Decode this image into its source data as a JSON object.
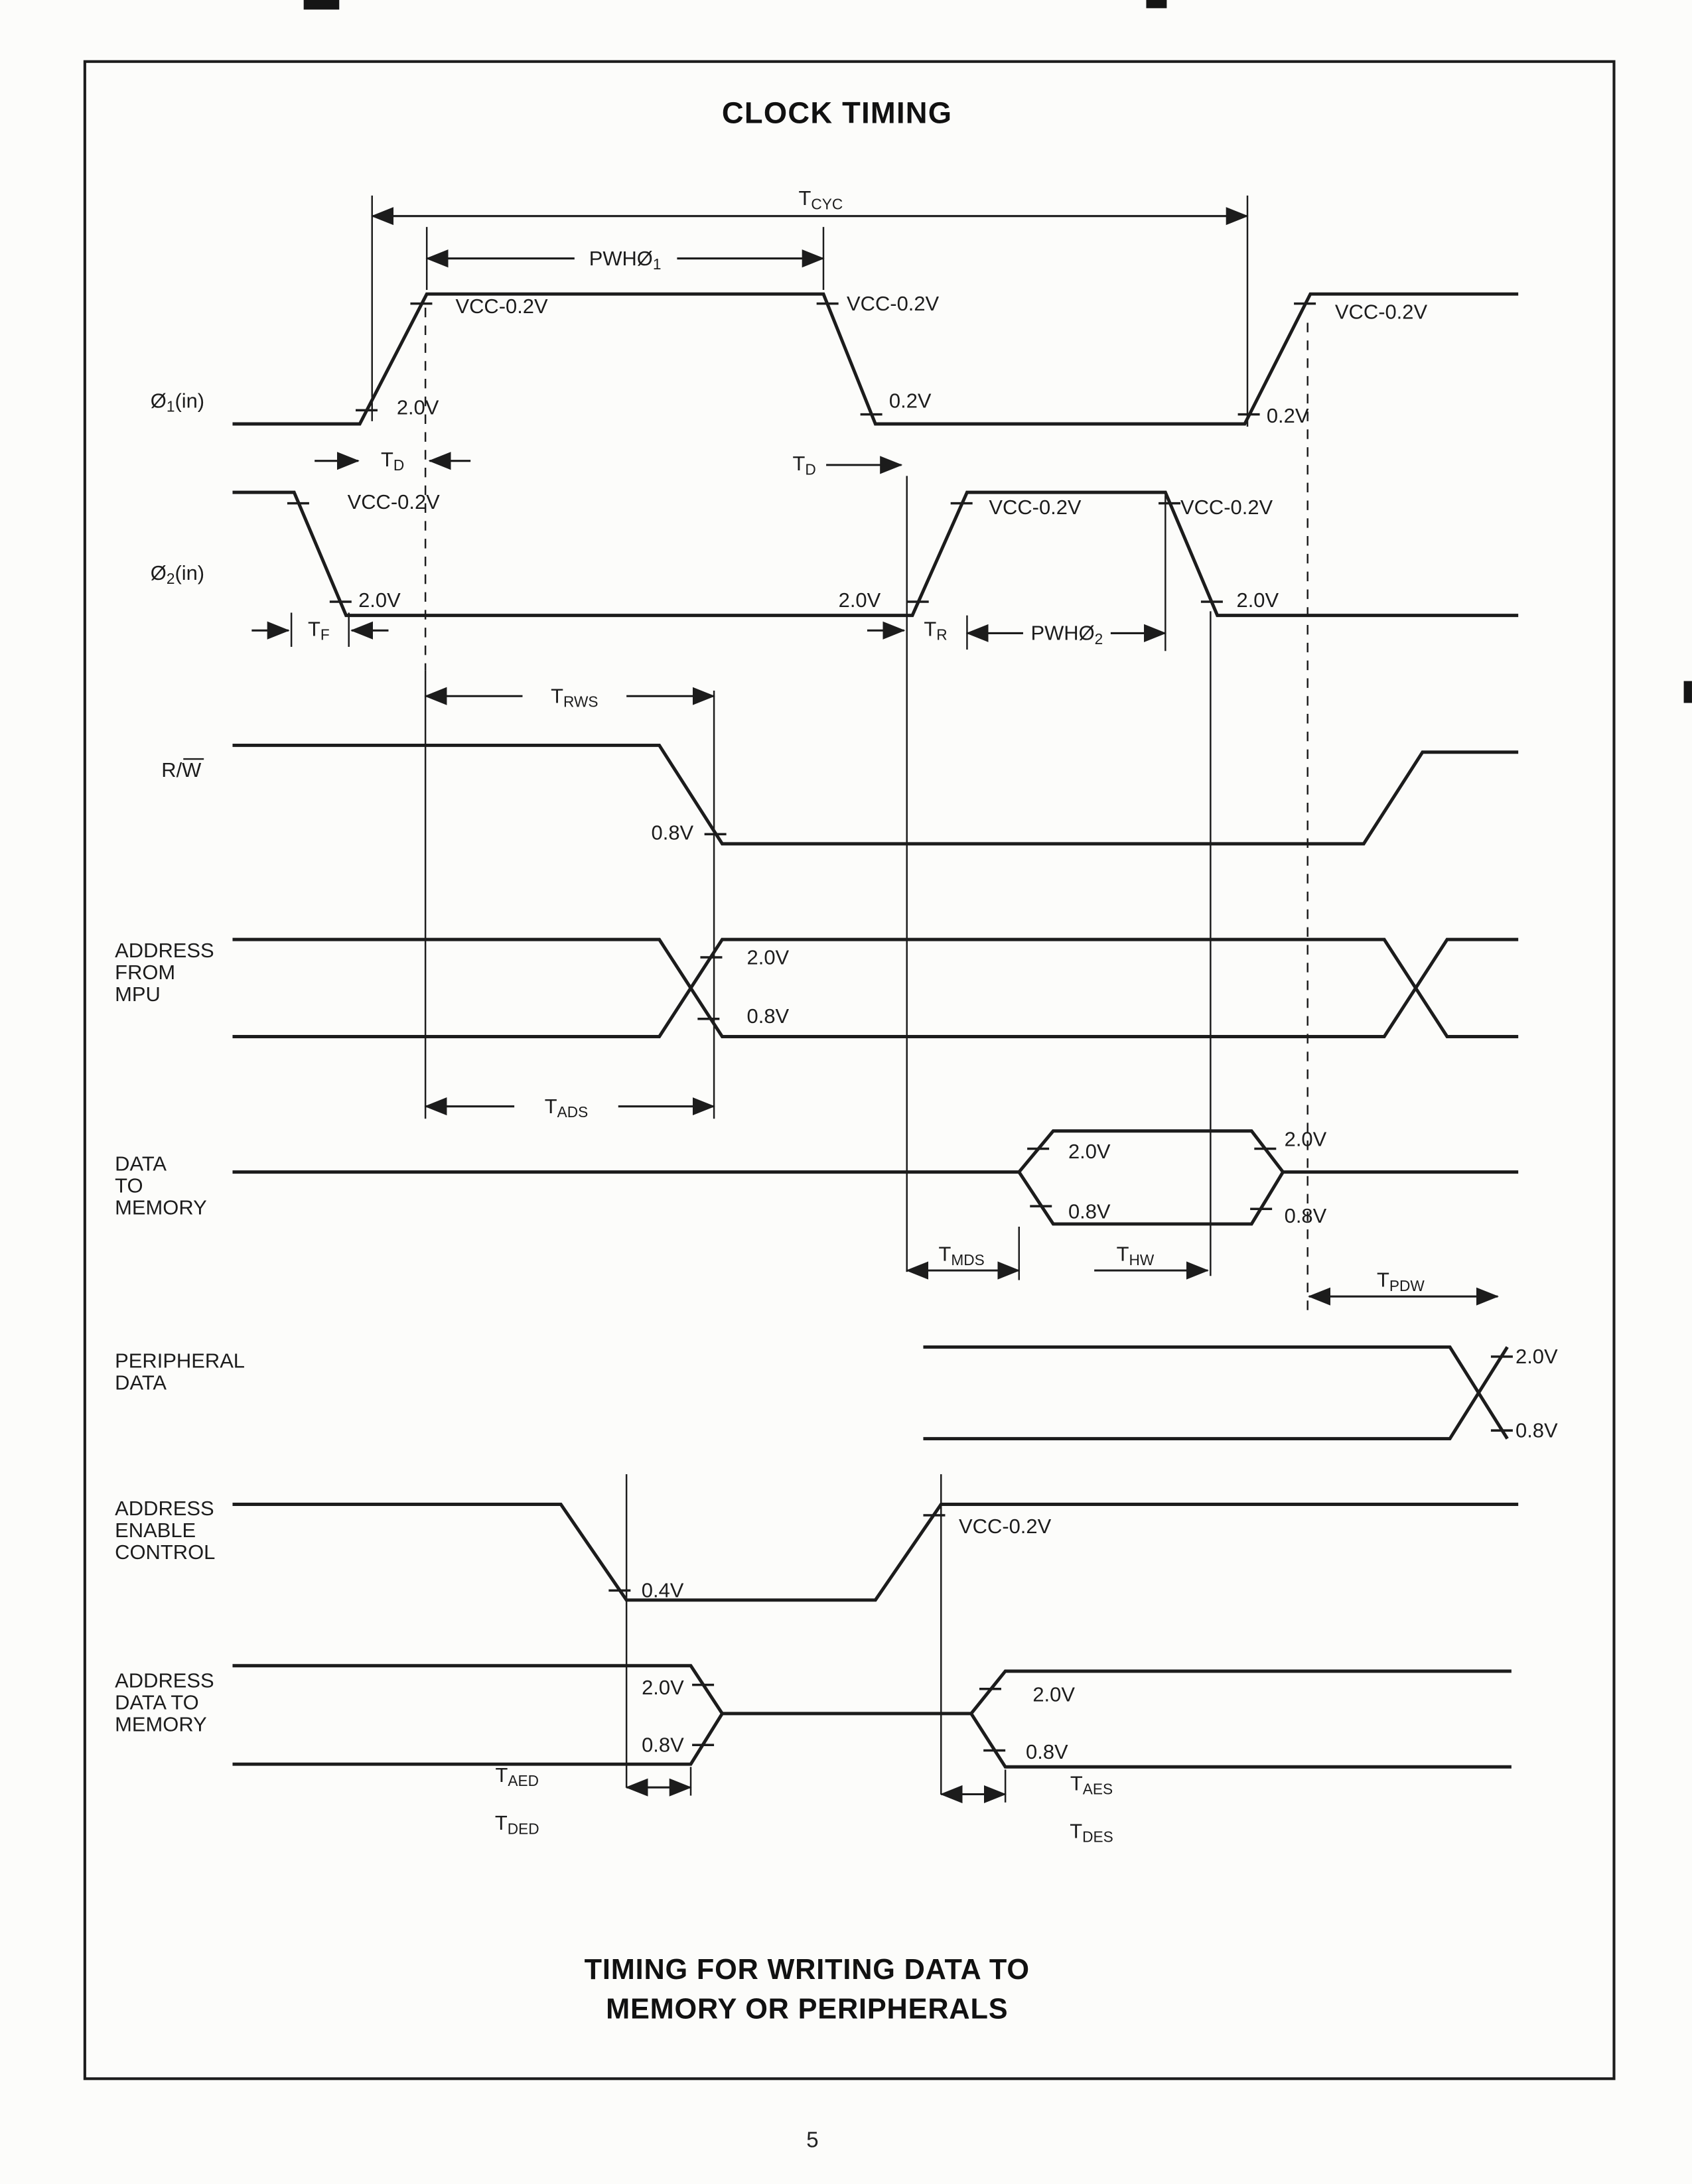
{
  "page": {
    "title": "CLOCK TIMING",
    "footer_title_line1": "TIMING FOR WRITING DATA TO",
    "footer_title_line2": "MEMORY OR PERIPHERALS",
    "page_number": "5"
  },
  "signals": {
    "phi1": {
      "main": "Ø",
      "sub": "1",
      "suffix": "(in)"
    },
    "phi2": {
      "main": "Ø",
      "sub": "2",
      "suffix": "(in)"
    },
    "rw": "R/W",
    "address_from_mpu": [
      "ADDRESS",
      "FROM",
      "MPU"
    ],
    "data_to_memory": [
      "DATA",
      "TO",
      "MEMORY"
    ],
    "peripheral_data": [
      "PERIPHERAL",
      "DATA"
    ],
    "address_enable_control": [
      "ADDRESS",
      "ENABLE",
      "CONTROL"
    ],
    "address_data_to_memory": [
      "ADDRESS",
      "DATA TO",
      "MEMORY"
    ]
  },
  "voltages": {
    "vcc_minus_02": "VCC-0.2V",
    "v_20": "2.0V",
    "v_08": "0.8V",
    "v_02": "0.2V",
    "v_04": "0.4V"
  },
  "timing": {
    "tcyc": {
      "main": "T",
      "sub": "CYC"
    },
    "pwh_phi1": {
      "main": "PWHØ",
      "sub": "1"
    },
    "td": {
      "main": "T",
      "sub": "D"
    },
    "tf": {
      "main": "T",
      "sub": "F"
    },
    "tr": {
      "main": "T",
      "sub": "R"
    },
    "pwh_phi2": {
      "main": "PWHØ",
      "sub": "2"
    },
    "trws": {
      "main": "T",
      "sub": "RWS"
    },
    "tads": {
      "main": "T",
      "sub": "ADS"
    },
    "tmds": {
      "main": "T",
      "sub": "MDS"
    },
    "thw": {
      "main": "T",
      "sub": "HW"
    },
    "tpdw": {
      "main": "T",
      "sub": "PDW"
    },
    "taed": {
      "main": "T",
      "sub": "AED"
    },
    "tded": {
      "main": "T",
      "sub": "DED"
    },
    "taes": {
      "main": "T",
      "sub": "AES"
    },
    "tdes": {
      "main": "T",
      "sub": "DES"
    }
  }
}
